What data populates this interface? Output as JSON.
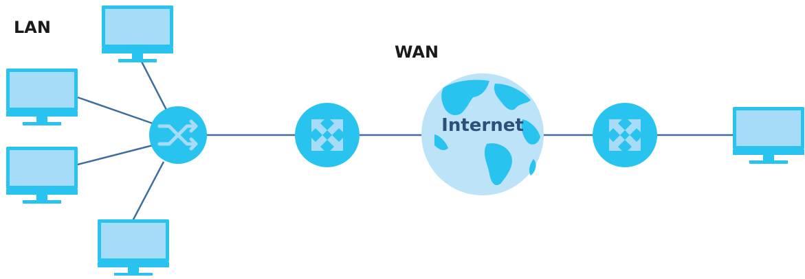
{
  "labels": {
    "lan": "LAN",
    "wan": "WAN",
    "internet": "Internet"
  },
  "colors": {
    "device_blue": "#29c3f0",
    "screen_fill": "#a6dcf7",
    "globe_fill": "#bce3f8",
    "link_line": "#3e6e9e",
    "internet_text": "#2e4f7a"
  },
  "icons": {
    "computer": "monitor-icon",
    "switch": "switch-icon",
    "router": "router-icon",
    "internet": "globe-icon"
  }
}
